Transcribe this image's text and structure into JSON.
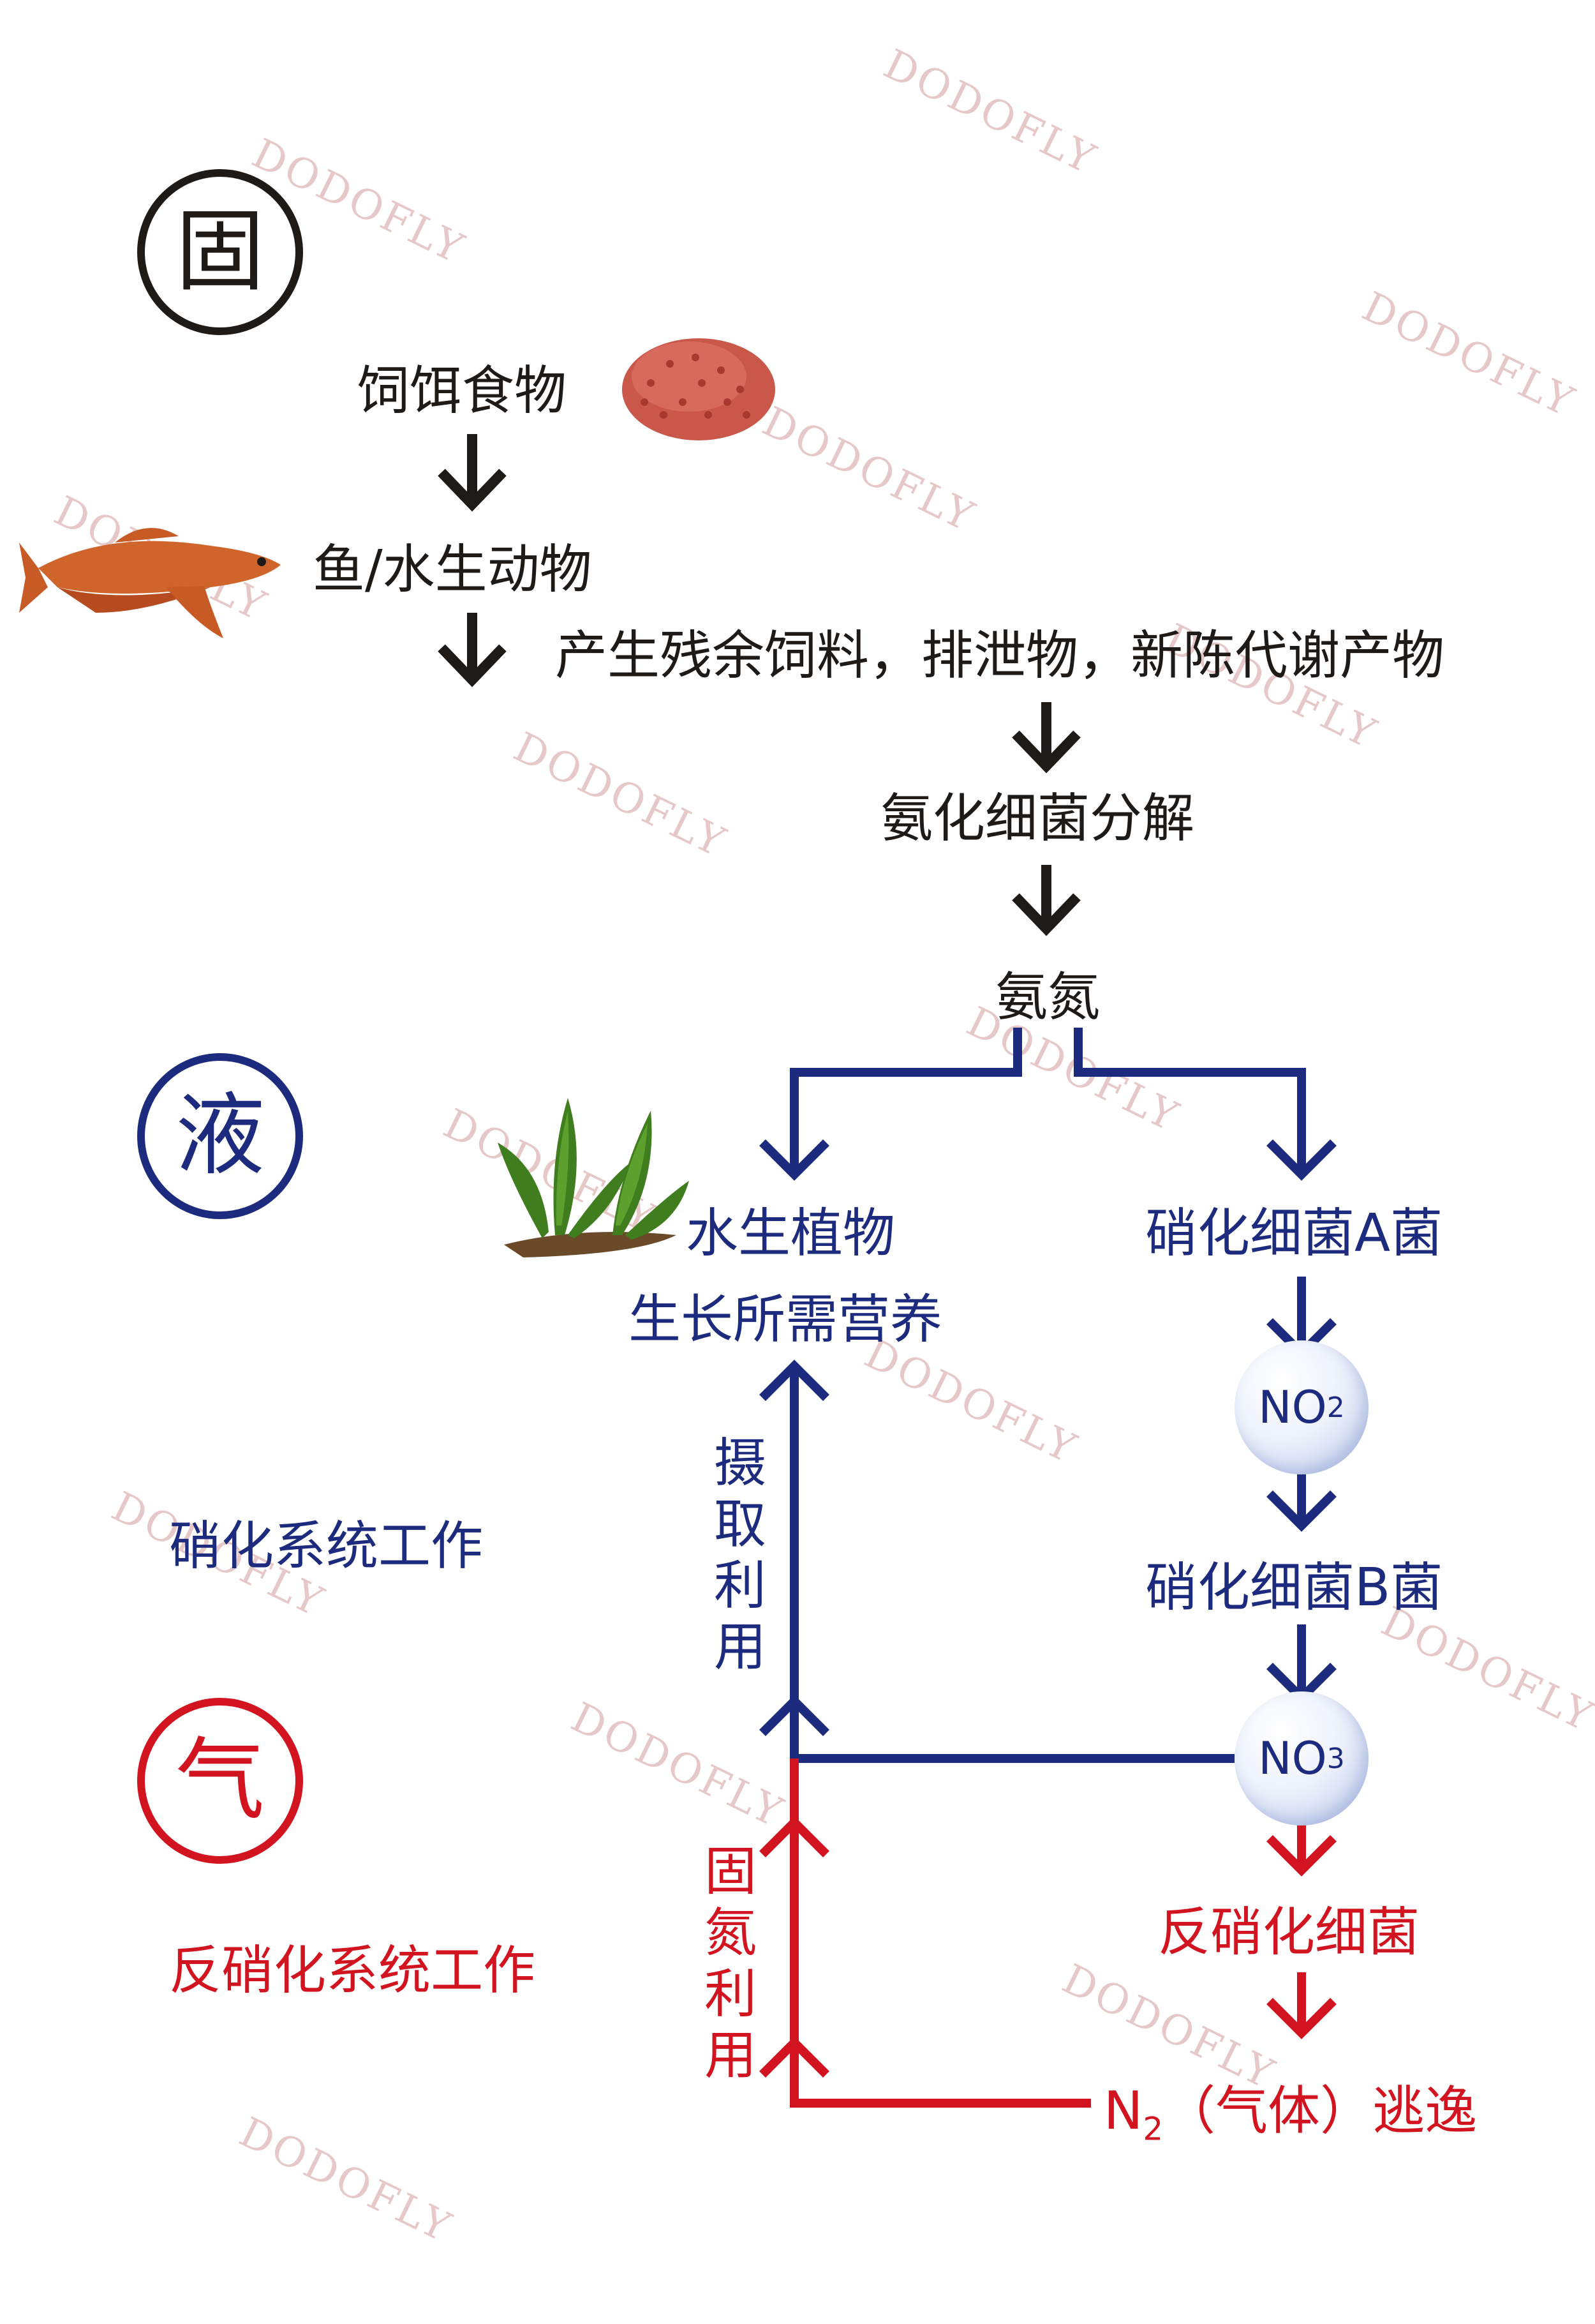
{
  "watermark": "DODOFLY",
  "badges": {
    "solid": "固",
    "liquid": "液",
    "gas": "气"
  },
  "chain": {
    "feed": "饲饵食物",
    "fish": "鱼/水生动物",
    "waste": "产生残余饲料，排泄物，新陈代谢产物",
    "ammonifying": "氨化细菌分解",
    "ammonia": "氨氮"
  },
  "left_branch": {
    "line1": "水生植物",
    "line2": "生长所需营养"
  },
  "right_branch": {
    "bacteria_a": "硝化细菌A菌",
    "no2": "NO",
    "no2_sub": "2",
    "bacteria_b": "硝化细菌B菌",
    "no3": "NO",
    "no3_sub": "3",
    "denitrifying": "反硝化细菌",
    "n2": "N",
    "n2_sub": "2",
    "n2_rest": "（气体）逃逸"
  },
  "side_labels": {
    "uptake": [
      "摄",
      "取",
      "利",
      "用"
    ],
    "fixation": [
      "固",
      "氮",
      "利",
      "用"
    ],
    "nitrification": "硝化系统工作",
    "denitrification": "反硝化系统工作"
  },
  "colors": {
    "black": "#1e1a18",
    "blue": "#1d2b7e",
    "red": "#d1141f"
  }
}
